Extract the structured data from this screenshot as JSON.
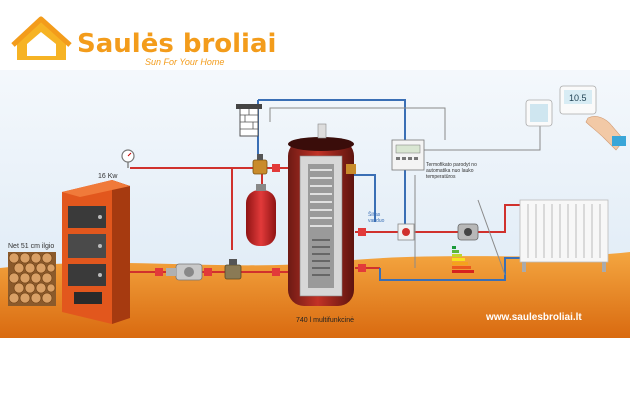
{
  "brand": {
    "name": "Saulės broliai",
    "tagline": "Sun For Your Home",
    "color": "#f39c1b"
  },
  "labels": {
    "boiler_power": "16 Kw",
    "wood_length": "Net 51 cm ilgio",
    "tank": "740 l multifunkcinė",
    "hot_water_line": [
      "Šiltas",
      "vanduo"
    ],
    "thermostat_note": [
      "Termofikato parodyt no",
      "automatika nuo lauko",
      "temperatūros"
    ]
  },
  "website": "www.saulesbroliai.lt",
  "colors": {
    "hot_pipe": "#d0312d",
    "cold_pipe": "#3a6fb5",
    "ground": "#e9861f",
    "sky": "#e8f1fa",
    "boiler": "#e2571d",
    "tank": "#c02d22",
    "expansion_vessel": "#d42a2a"
  },
  "icons": [
    "house-logo-icon",
    "chimney-icon",
    "thermostat-icon",
    "hand-icon",
    "pump-icon",
    "valve-icon",
    "manometer-icon",
    "energy-label-icon"
  ]
}
